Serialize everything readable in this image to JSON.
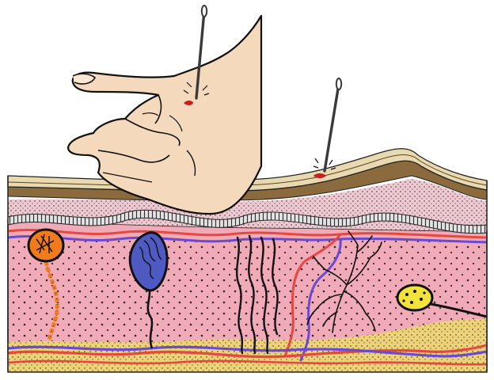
{
  "colors": {
    "background": "#ffffff",
    "skin_hand": "#f4d9bd",
    "dermis": "#f1aab7",
    "dermis_dots": "#1c1c1c",
    "stratum_corneum": "#e9d9b0",
    "epidermis_band": "#8b6a3d",
    "epidermis_lower": "#efc9d2",
    "basal_layer": "#c9c9c9",
    "artery": "#e8473f",
    "vein": "#6b4ad1",
    "fat_layer": "#ecd27a",
    "needle": "#3a3a3a",
    "blood": "#c81e1e",
    "pacinian_like_orange": "#f07a1c",
    "meissner_like_blue": "#4f59c2",
    "yellow_receptor": "#f2e33c",
    "nerve_fiber": "#111111"
  },
  "icons": {
    "needle_left": "needle-icon",
    "needle_right": "needle-icon",
    "hand": "hand-icon"
  },
  "structures": [
    "hand",
    "needle",
    "stratum-corneum",
    "epidermis",
    "dermis",
    "artery",
    "vein",
    "free-nerve-ending",
    "receptor-orange",
    "receptor-blue",
    "receptor-yellow",
    "subcutaneous-fat"
  ]
}
